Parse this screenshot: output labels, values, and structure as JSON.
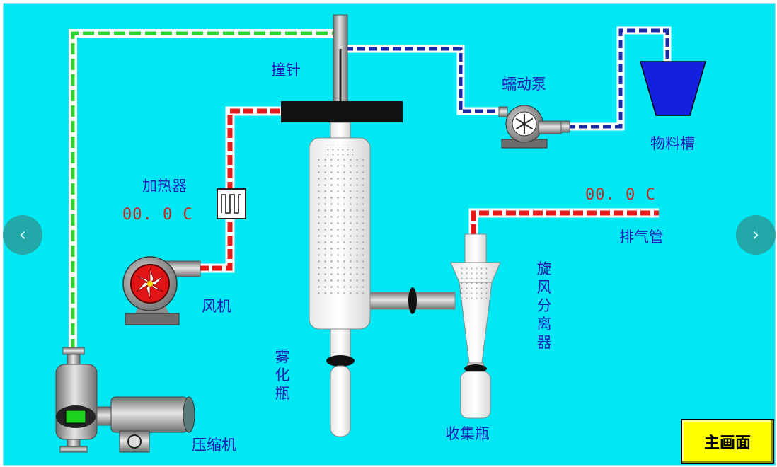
{
  "labels": {
    "needle": "撞针",
    "pump": "蠕动泵",
    "tank": "物料槽",
    "heater": "加热器",
    "fan": "风机",
    "exhaust": "排气管",
    "cyclone": "旋风分离器",
    "atomizer": "雾化瓶",
    "collector": "收集瓶",
    "compressor": "压缩机"
  },
  "readouts": {
    "heater_temp": "00. 0  C",
    "exhaust_temp": "00. 0  C"
  },
  "nav": {
    "prev": "‹",
    "next": "›"
  },
  "main_button": "主画面",
  "colors": {
    "background": "#00e8f4",
    "label_text": "#1a1ab8",
    "temperature_text": "#c8261c",
    "air_line": "#2bd62b",
    "hot_air_line": "#e81818",
    "feed_line": "#1a2aa8",
    "main_button": "#ffff00"
  }
}
